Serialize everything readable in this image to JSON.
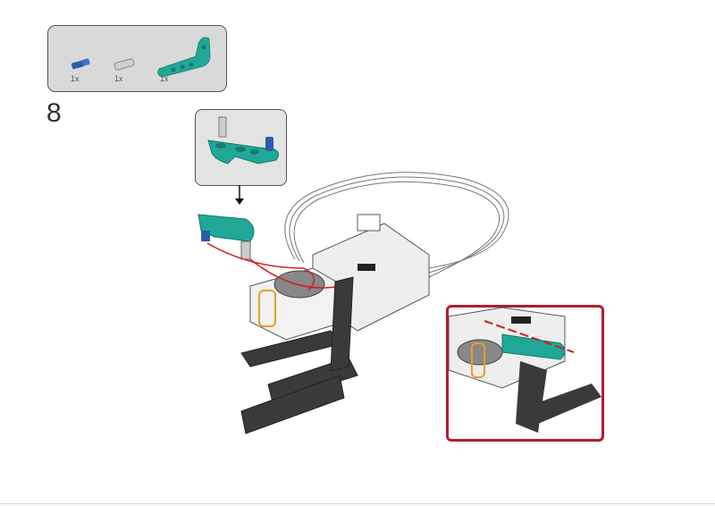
{
  "step_number": "8",
  "parts_list": [
    {
      "part": "blue-axle-pin",
      "quantity": "1x",
      "color": "#2a5db0"
    },
    {
      "part": "gray-friction-pin",
      "quantity": "1x",
      "color": "#c8c8c8"
    },
    {
      "part": "teal-angular-beam",
      "quantity": "1x",
      "color": "#1fa898"
    }
  ],
  "colors": {
    "teal": "#1fa898",
    "dark_beam": "#3a3a3a",
    "highlight": "#b01e2f",
    "orange_marker": "#e8a020",
    "red_guide": "#d42020"
  }
}
